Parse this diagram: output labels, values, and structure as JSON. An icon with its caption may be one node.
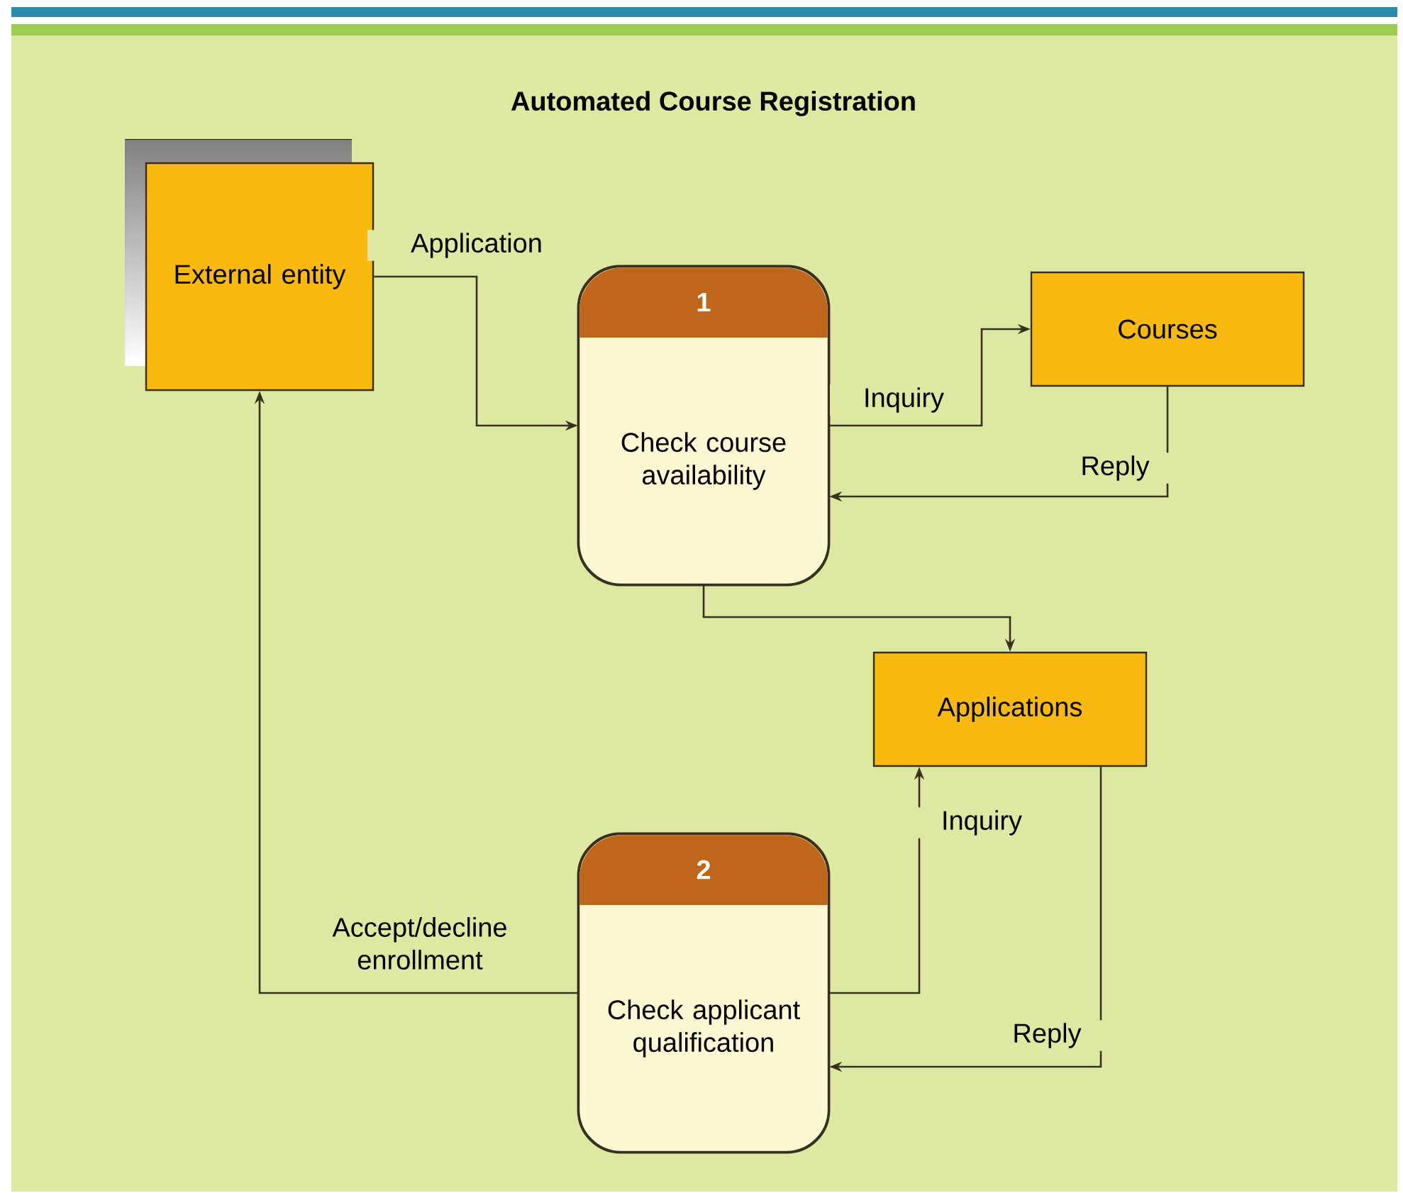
{
  "diagram": {
    "title": "Automated Course Registration",
    "nodes": [
      {
        "text": [
          "External entity"
        ]
      },
      {
        "text": [
          "1",
          "Check course availability"
        ]
      },
      {
        "text": [
          "Courses"
        ]
      },
      {
        "text": [
          "Applications"
        ]
      },
      {
        "text": [
          "2",
          "Check applicant qualification"
        ]
      }
    ],
    "edges": [
      {
        "from": 0,
        "to": 1,
        "arrow": "to",
        "label": "Application"
      },
      {
        "from": 1,
        "to": 2,
        "arrow": "to",
        "label": "Inquiry"
      },
      {
        "from": 2,
        "to": 1,
        "arrow": "to",
        "label": "Reply"
      },
      {
        "from": 1,
        "to": 3,
        "arrow": "to"
      },
      {
        "from": 4,
        "to": 3,
        "arrow": "to",
        "label": "Inquiry"
      },
      {
        "from": 3,
        "to": 4,
        "arrow": "to",
        "label": "Reply"
      },
      {
        "from": 4,
        "to": 0,
        "arrow": "to",
        "label": "Accept/decline enrollment"
      }
    ]
  }
}
